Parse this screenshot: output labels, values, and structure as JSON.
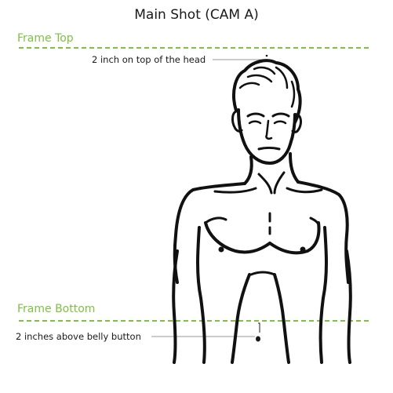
{
  "title": "Main Shot (CAM A)",
  "frame_top": {
    "label": "Frame Top",
    "annotation": "2 inch on top of the head"
  },
  "frame_bottom": {
    "label": "Frame Bottom",
    "annotation": "2 inches above belly button"
  },
  "colors": {
    "frame_line": "#7dc242",
    "ink": "#1a1a1a",
    "leader": "#999999"
  }
}
